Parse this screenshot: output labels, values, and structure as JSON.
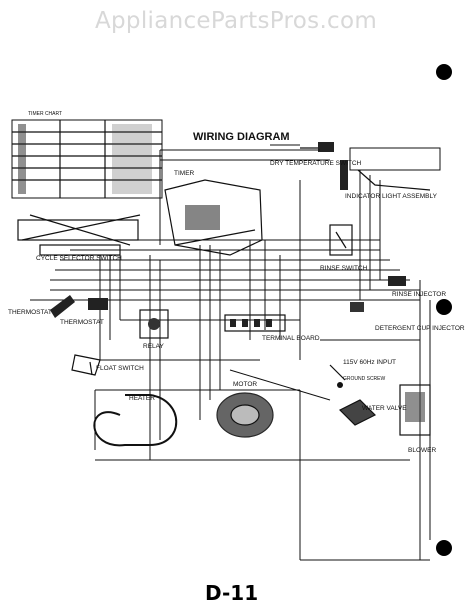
{
  "site": {
    "title": "AppliancePartsPros.com"
  },
  "diagram": {
    "title": "WIRING DIAGRAM",
    "labels": {
      "timer": "TIMER",
      "dry_temperature_switch": "DRY TEMPERATURE SWITCH",
      "indicator_light_assembly": "INDICATOR LIGHT ASSEMBLY",
      "cycle_selector_switch": "CYCLE SELECTOR SWITCH",
      "rinse_switch": "RINSE SWITCH",
      "rinse_injector": "RINSE INJECTOR",
      "thermostat_left": "THERMOSTAT",
      "thermostat": "THERMOSTAT",
      "relay": "RELAY",
      "terminal_board": "TERMINAL BOARD",
      "detergent_cup_injector": "DETERGENT CUP INJECTOR",
      "float_switch": "FLOAT SWITCH",
      "voltage_input": "115V 60Hz INPUT",
      "ground_screw": "GROUND SCREW",
      "heater": "HEATER",
      "motor": "MOTOR",
      "water_valve": "WATER VALVE",
      "blower": "BLOWER"
    },
    "legend_heading": "TIMER CHART"
  },
  "footer": {
    "page_number": "D-11"
  }
}
